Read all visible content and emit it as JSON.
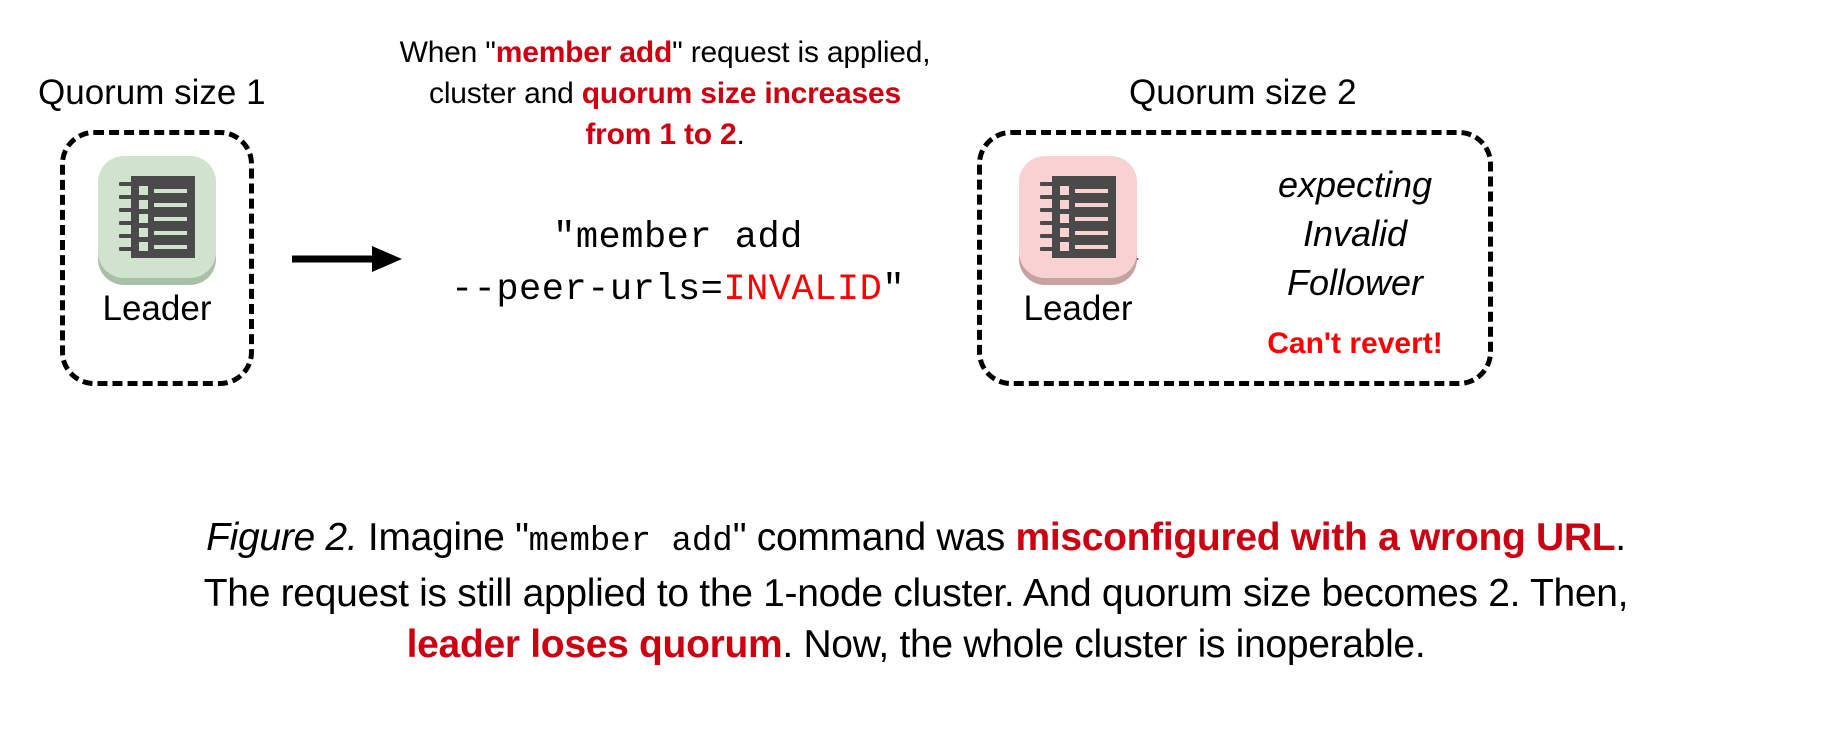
{
  "figure": {
    "top_caption": {
      "line1_a": "When \"",
      "line1_b": "member add",
      "line1_c": "\" request is applied,",
      "line2_a": "cluster and ",
      "line2_b": "quorum size increases",
      "line3_a": "from 1 to 2",
      "line3_b": "."
    },
    "left_cluster": {
      "title": "Quorum size 1",
      "node_label": "Leader",
      "node_icon": "server-rack-icon",
      "tile_color": "#cfe3cd",
      "icon_color": "#4a4a4a"
    },
    "right_cluster": {
      "title": "Quorum size 2",
      "node_label": "Leader",
      "node_icon": "server-rack-icon",
      "tile_color": "#f8d2d2",
      "icon_color": "#4a4a4a",
      "status_lines": [
        "expecting",
        "Invalid",
        "Follower"
      ],
      "alert": "Can't revert!"
    },
    "command": {
      "line1": "\"member add",
      "line2_a": "--peer-urls=",
      "line2_b": "INVALID",
      "line2_c": "\""
    },
    "arrows": [
      "arrow-right-1",
      "arrow-right-2"
    ],
    "caption": {
      "label": "Figure 2.",
      "l1_a": " Imagine \"",
      "l1_mono": "member add",
      "l1_b": "\" command was ",
      "l1_red": "misconfigured with a wrong URL",
      "l1_c": ".",
      "l2": "The request is still applied to the 1-node cluster. And quorum size becomes 2. Then,",
      "l3_red": "leader loses quorum",
      "l3_b": ". Now, the whole cluster is inoperable."
    },
    "colors": {
      "red_dark": "#cc0011",
      "red_bright": "#ff0000",
      "black": "#000000",
      "green_tile": "#cfe3cd",
      "pink_tile": "#f8d2d2"
    }
  }
}
